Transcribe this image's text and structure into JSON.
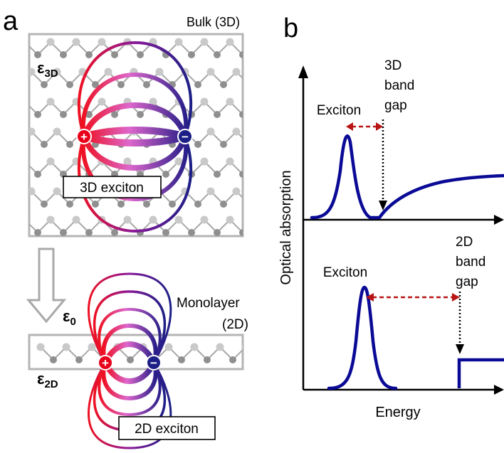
{
  "panel_a": {
    "letter": "a",
    "bulk_label": "Bulk (3D)",
    "eps_bulk": {
      "symbol": "ε",
      "sub": "3D"
    },
    "exciton_3d_label": "3D exciton",
    "mono_label_line1": "Monolayer",
    "mono_label_line2": "(2D)",
    "eps_vacuum": {
      "symbol": "ε",
      "sub": "0"
    },
    "eps_mono": {
      "symbol": "ε",
      "sub": "2D"
    },
    "exciton_2d_label": "2D exciton",
    "plus_sign": "+",
    "minus_sign": "−"
  },
  "panel_b": {
    "letter": "b",
    "y_axis_label": "Optical absorption",
    "x_axis_label": "Energy",
    "top": {
      "exciton_label": "Exciton",
      "gap_line1": "3D",
      "gap_line2": "band",
      "gap_line3": "gap"
    },
    "bottom": {
      "exciton_label": "Exciton",
      "gap_line1": "2D",
      "gap_line2": "band",
      "gap_line3": "gap"
    }
  },
  "colors": {
    "positive": "#e8001a",
    "negative": "#1c1f86",
    "curve": "#0a0a96",
    "arrow_red": "#b81414",
    "frame": "#b4b4b4"
  }
}
